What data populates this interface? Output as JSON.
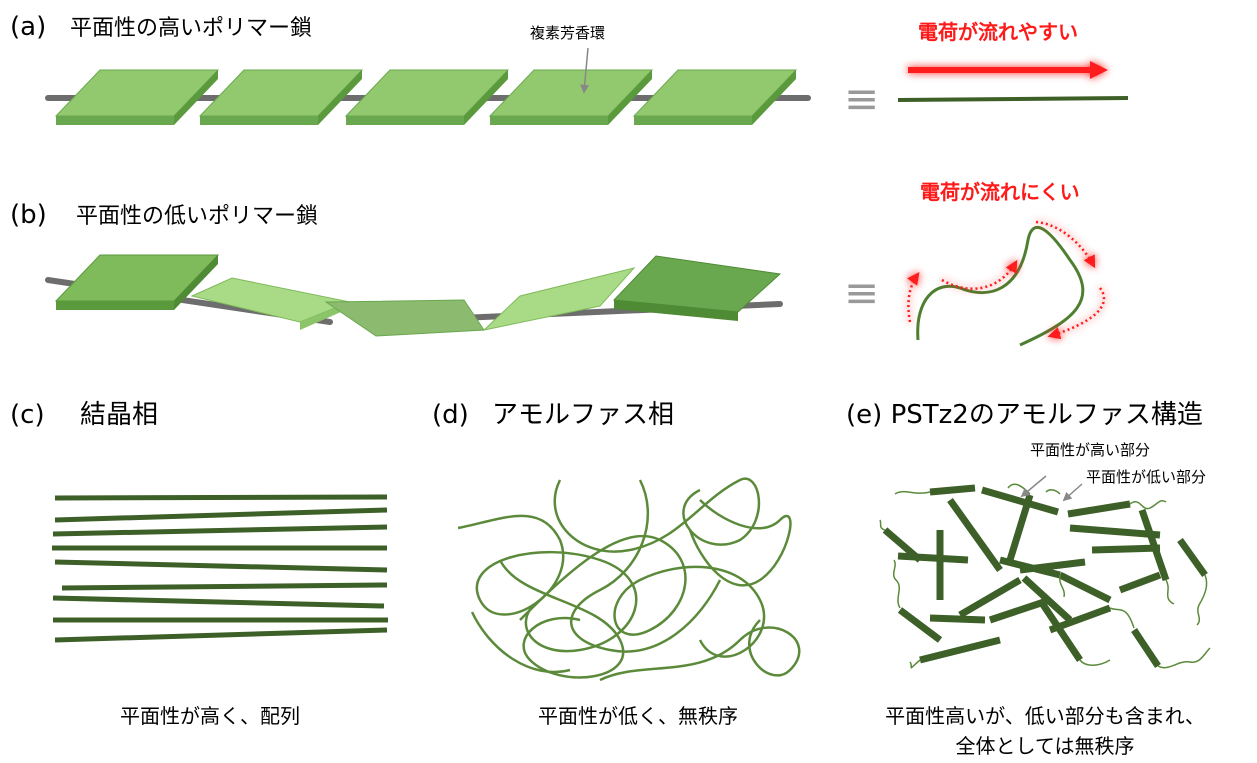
{
  "panel_a": {
    "label": "(a)",
    "title": "平面性の高いポリマー鎖",
    "annotation": "複素芳香環",
    "charge_text": "電荷が流れやすい"
  },
  "panel_b": {
    "label": "(b)",
    "title": "平面性の低いポリマー鎖",
    "charge_text": "電荷が流れにくい"
  },
  "panel_c": {
    "label": "(c)",
    "title": "結晶相",
    "caption": "平面性が高く、配列"
  },
  "panel_d": {
    "label": "(d)",
    "title": "アモルファス相",
    "caption": "平面性が低く、無秩序"
  },
  "panel_e": {
    "label": "(e)",
    "title": "PSTz2のアモルファス構造",
    "note_high": "平面性が高い部分",
    "note_low": "平面性が低い部分",
    "caption_line1": "平面性高いが、低い部分も含まれ、",
    "caption_line2": "全体としては無秩序"
  },
  "equivalent_symbol": "≡",
  "colors": {
    "plate_top": "#92c96f",
    "plate_side": "#6aa84f",
    "plate_edge": "#5a9a3c",
    "rod": "#6d6d6d",
    "chain": "#3d5f28",
    "chain_light": "#5b8a3a",
    "charge_arrow": "#ff1a1a",
    "plate_light": "#a9db86"
  }
}
